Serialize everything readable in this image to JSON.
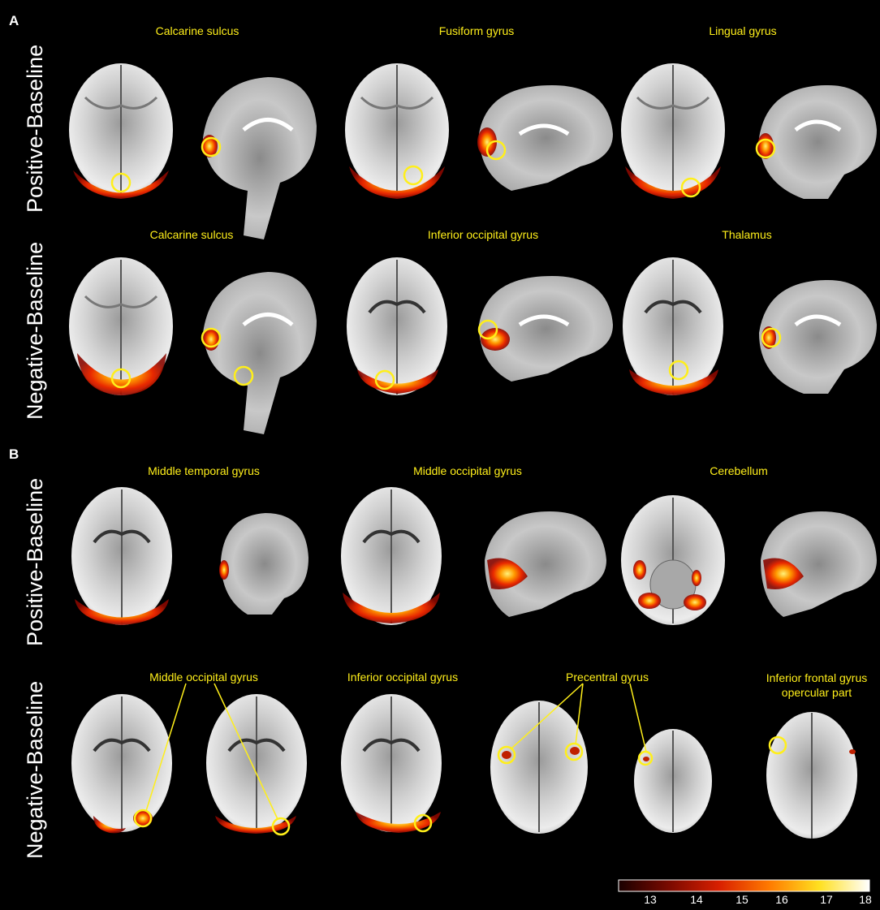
{
  "panels": {
    "a": {
      "letter": "A",
      "rows": {
        "positive": {
          "label": "Positive-Baseline",
          "regions": [
            "Calcarine sulcus",
            "Fusiform gyrus",
            "Lingual gyrus"
          ]
        },
        "negative": {
          "label": "Negative-Baseline",
          "regions": [
            "Calcarine sulcus",
            "Inferior occipital gyrus",
            "Thalamus"
          ]
        }
      }
    },
    "b": {
      "letter": "B",
      "rows": {
        "positive": {
          "label": "Positive-Baseline",
          "regions": [
            "Middle temporal gyrus",
            "Middle occipital gyrus",
            "Cerebellum"
          ]
        },
        "negative": {
          "label": "Negative-Baseline",
          "regions": [
            "Middle occipital gyrus",
            "Inferior occipital gyrus",
            "Precentral gyrus"
          ],
          "region_multiline": {
            "line1": "Inferior frontal gyrus",
            "line2": "opercular part"
          }
        }
      }
    }
  },
  "colorbar": {
    "ticks": [
      "13",
      "14",
      "15",
      "16",
      "17",
      "18"
    ],
    "colors": [
      "#1a0000",
      "#7a0a00",
      "#d81f00",
      "#ff7a00",
      "#ffe020",
      "#ffffff"
    ]
  },
  "colors": {
    "label": "#ffef1a",
    "circle": "#ffef1a",
    "background": "#000000"
  }
}
